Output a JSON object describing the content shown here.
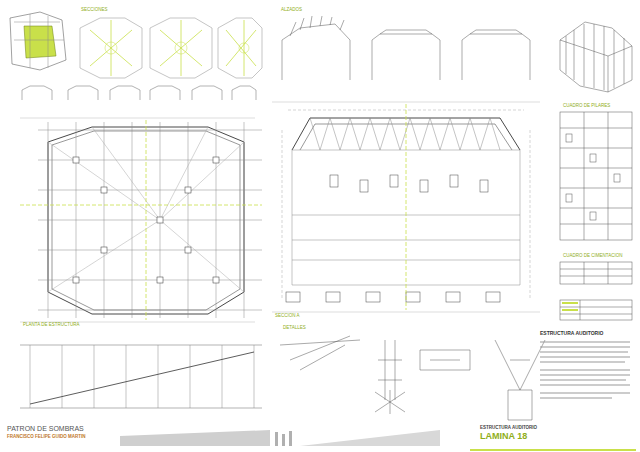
{
  "diagram": {
    "nodes": [
      {
        "text": [
          "PATRON DE SOMBRAS",
          "FRANCISCO FELIPE GUIDO MARTIN"
        ]
      },
      {
        "text": [
          "ESTRUCTURA AUDITORIO",
          "LAMINA 18"
        ]
      },
      {
        "text": [
          "ESTRUCTURA AUDITORIO"
        ]
      }
    ],
    "labels": [
      "PLANTA DE ESTRUCTURA",
      "SECCION A",
      "CUADRO DE PILARES",
      "CUADRO DE CIMENTACION",
      "DETALLES",
      "SECCIONES",
      "ALZADOS"
    ]
  }
}
